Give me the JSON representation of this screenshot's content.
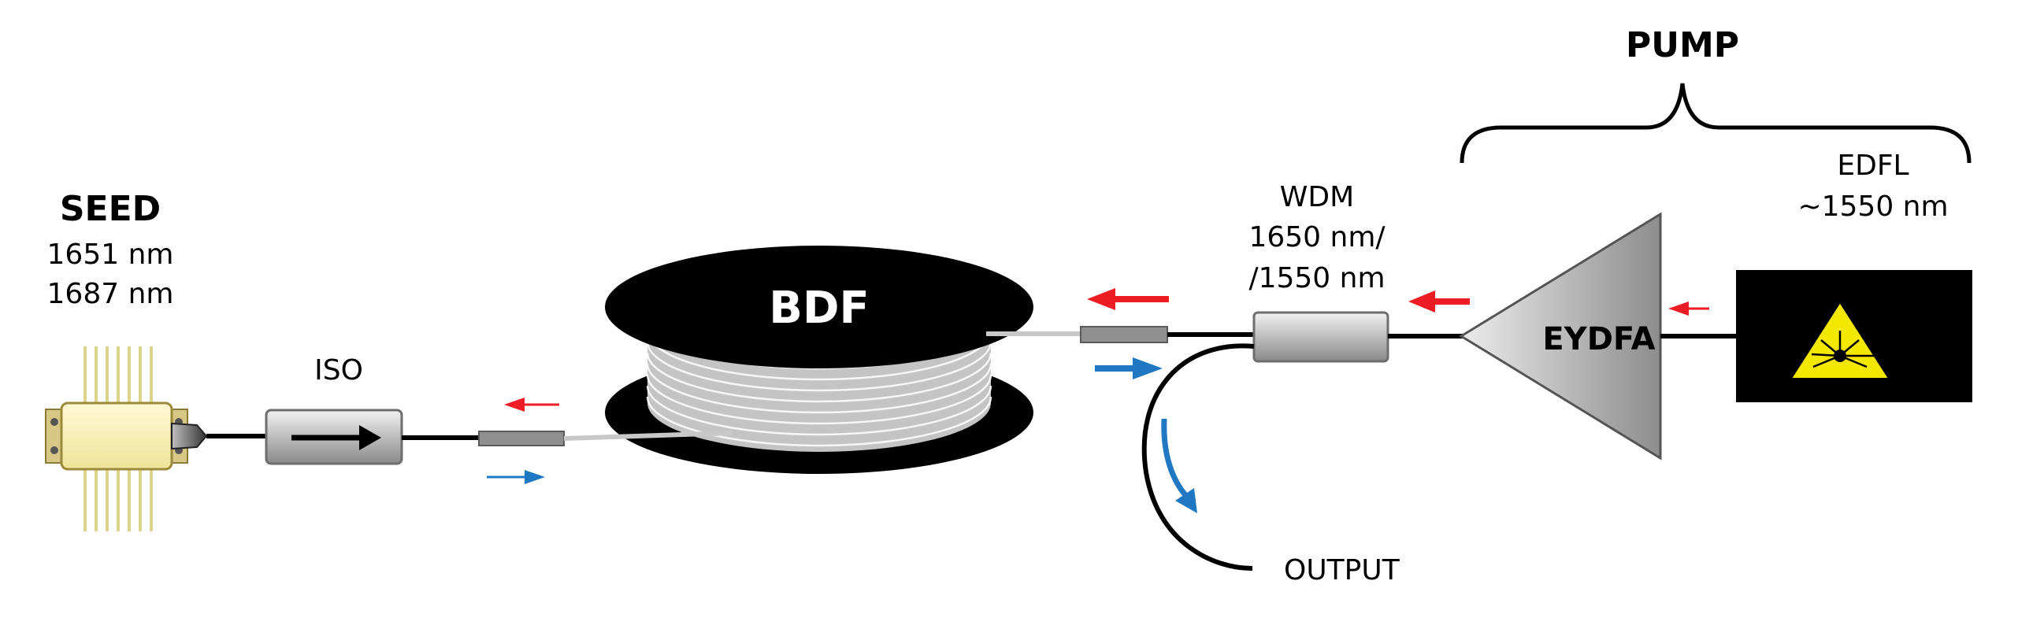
{
  "seed": {
    "title": "SEED",
    "line1": "1651 nm",
    "line2": "1687 nm"
  },
  "iso": {
    "label": "ISO"
  },
  "bdf": {
    "label": "BDF"
  },
  "wdm": {
    "line1": "WDM",
    "line2": "1650 nm/",
    "line3": "/1550 nm"
  },
  "pump": {
    "label": "PUMP"
  },
  "eydfa": {
    "label": "EYDFA"
  },
  "edfl": {
    "line1": "EDFL",
    "line2": "~1550 nm"
  },
  "output": {
    "label": "OUTPUT"
  },
  "colors": {
    "red_arrow": "#ee1c24",
    "blue_arrow": "#1f78c1",
    "fiber_black": "#000000",
    "fiber_grey": "#c8c8c8",
    "laser_warning": "#f5e800"
  }
}
